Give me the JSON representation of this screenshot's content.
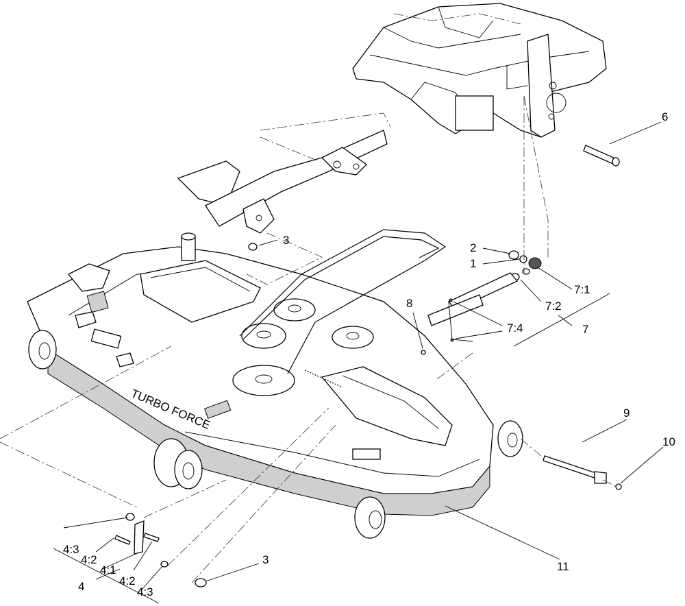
{
  "diagram": {
    "callouts": [
      {
        "id": "c6",
        "text": "6"
      },
      {
        "id": "c3a",
        "text": "3"
      },
      {
        "id": "c2",
        "text": "2"
      },
      {
        "id": "c1",
        "text": "1"
      },
      {
        "id": "c7_1",
        "text": "7:1"
      },
      {
        "id": "c7_2",
        "text": "7:2"
      },
      {
        "id": "c8",
        "text": "8"
      },
      {
        "id": "c7_4",
        "text": "7:4"
      },
      {
        "id": "c7",
        "text": "7"
      },
      {
        "id": "c9",
        "text": "9"
      },
      {
        "id": "c10",
        "text": "10"
      },
      {
        "id": "c11",
        "text": "11"
      },
      {
        "id": "c3b",
        "text": "3"
      },
      {
        "id": "c4_3a",
        "text": "4:3"
      },
      {
        "id": "c4_2a",
        "text": "4:2"
      },
      {
        "id": "c4_1",
        "text": "4:1"
      },
      {
        "id": "c4",
        "text": "4"
      },
      {
        "id": "c4_2b",
        "text": "4:2"
      },
      {
        "id": "c4_3b",
        "text": "4:3"
      }
    ],
    "deck_label": "TURBO FORCE"
  }
}
